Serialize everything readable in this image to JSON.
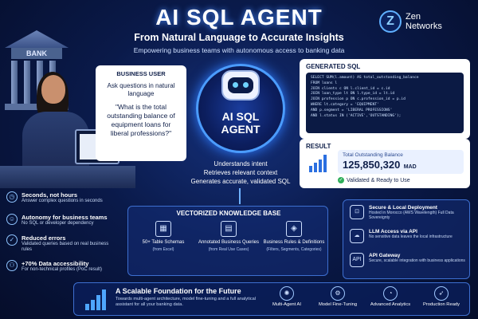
{
  "header": {
    "title": "AI SQL AGENT",
    "subtitle": "From Natural Language to Accurate Insights",
    "tagline": "Empowering business teams with autonomous access to banking data"
  },
  "logo": {
    "mark": "Z",
    "line1": "Zen",
    "line2": "Networks"
  },
  "bank": {
    "sign": "BANK"
  },
  "business_user": {
    "title": "BUSINESS USER",
    "ask": "Ask questions in natural language",
    "question": "\"What is the total outstanding balance of equipment loans for liberal professions?\""
  },
  "robot": {
    "label_line1": "AI SQL",
    "label_line2": "AGENT"
  },
  "intent": {
    "line1": "Understands intent",
    "line2": "Retrieves relevant context",
    "line3": "Generates accurate, validated SQL"
  },
  "generated_sql": {
    "title": "GENERATED SQL",
    "lines": [
      "SELECT SUM(l.amount) AS total_outstanding_balance",
      "FROM loans l",
      "JOIN clients c ON l.client_id = c.id",
      "JOIN loan_type lt ON l.type_id = lt.id",
      "JOIN profession p ON c.profession_id = p.id",
      "WHERE lt.category = 'EQUIPMENT'",
      "AND p.segment = 'LIBERAL PROFESSIONS'",
      "AND l.status IN ('ACTIVE','OUTSTANDING');"
    ]
  },
  "result": {
    "title": "RESULT",
    "label": "Total Outstanding Balance",
    "value": "125,850,320",
    "unit": "MAD",
    "validated": "Validated & Ready to Use"
  },
  "benefits": [
    {
      "icon": "stopwatch-icon",
      "title": "Seconds, not hours",
      "sub": "Answer complex questions in seconds"
    },
    {
      "icon": "user-icon",
      "title": "Autonomy for business teams",
      "sub": "No SQL or developer dependency"
    },
    {
      "icon": "checklist-icon",
      "title": "Reduced errors",
      "sub": "Validated queries based on real business rules"
    },
    {
      "icon": "people-icon",
      "title": "+70% Data accessibility",
      "sub": "For non-technical profiles (PoC result)"
    }
  ],
  "knowledge_base": {
    "title": "VECTORIZED KNOWLEDGE BASE",
    "items": [
      {
        "icon": "table-icon",
        "name": "50+ Table Schemas",
        "sub": "(from Excel)"
      },
      {
        "icon": "document-icon",
        "name": "Annotated Business Queries",
        "sub": "(from Real Use Cases)"
      },
      {
        "icon": "tag-icon",
        "name": "Business Rules & Definitions",
        "sub": "(Filters, Segments, Categories)"
      }
    ]
  },
  "deployment": [
    {
      "icon": "lock-icon",
      "title": "Secure & Local Deployment",
      "sub": "Hosted in Morocco (AWS Wavelength) Full Data Sovereignty"
    },
    {
      "icon": "cloud-icon",
      "title": "LLM Access via API",
      "sub": "No sensitive data leaves the local infrastructure"
    },
    {
      "icon": "api-icon",
      "icon_text": "API",
      "title": "API Gateway",
      "sub": "Secure, scalable integration with business applications"
    }
  ],
  "footer": {
    "title": "A Scalable Foundation for the Future",
    "sub": "Towards multi-agent architecture, model fine-tuning and a full analytical assistant for all your banking data.",
    "features": [
      {
        "icon": "brain-icon",
        "label": "Multi-Agent AI"
      },
      {
        "icon": "gear-icon",
        "label": "Model Fine-Tuning"
      },
      {
        "icon": "analytics-icon",
        "label": "Advanced Analytics"
      },
      {
        "icon": "rocket-icon",
        "label": "Production Ready"
      }
    ]
  }
}
